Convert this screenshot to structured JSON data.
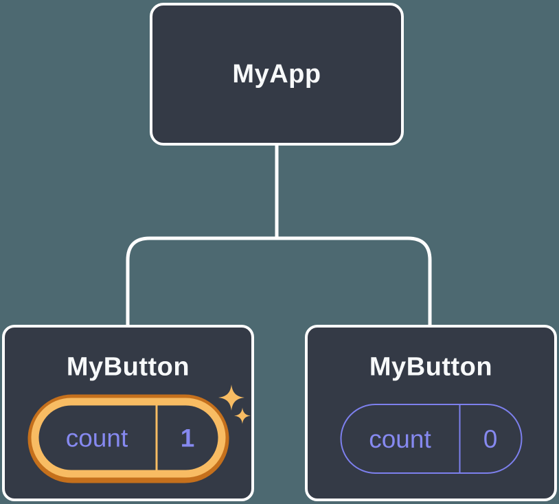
{
  "diagram": {
    "type": "component-tree",
    "background_color": "#4d6971",
    "node_background_color": "#343a46",
    "node_border_color": "#ffffff",
    "connector_color": "#ffffff",
    "root": {
      "label": "MyApp"
    },
    "children": [
      {
        "label": "MyButton",
        "state_pill": {
          "key_label": "count",
          "value": "1",
          "highlighted": true,
          "outer_ring_color": "#c5701c",
          "inner_ring_color": "#f8bc63",
          "text_color": "#8689f0"
        },
        "sparkle_color": "#f8bc63"
      },
      {
        "label": "MyButton",
        "state_pill": {
          "key_label": "count",
          "value": "0",
          "highlighted": false,
          "border_color": "#7d80ee",
          "text_color": "#8689f0"
        }
      }
    ]
  }
}
